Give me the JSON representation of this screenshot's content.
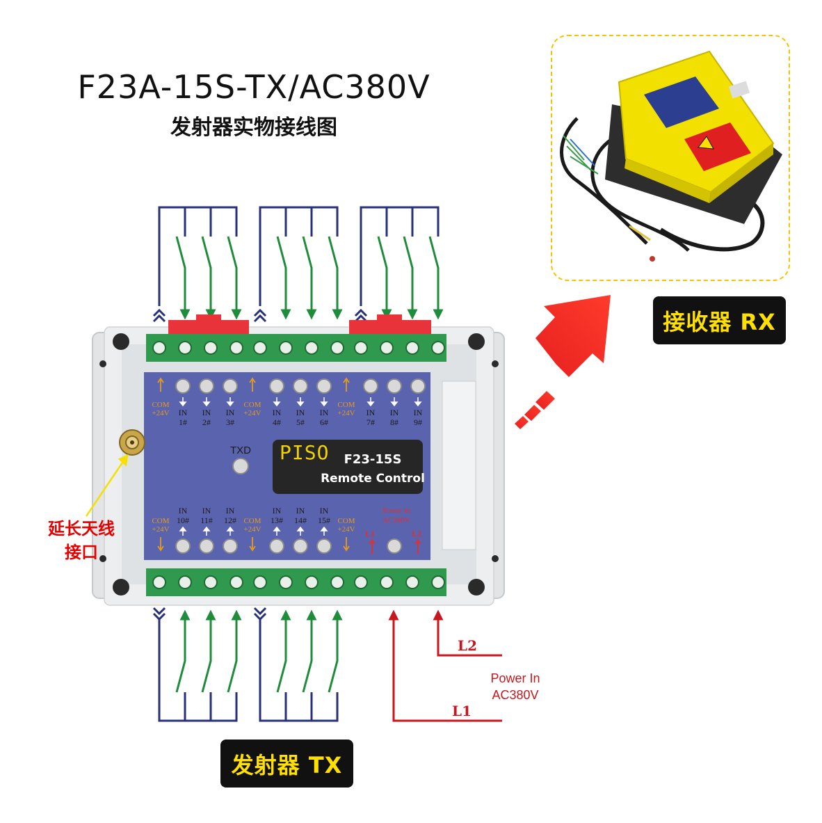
{
  "title": "F23A-15S-TX/AC380V",
  "subtitle": "发射器实物接线图",
  "receiver_badge": "接收器 RX",
  "transmitter_badge": "发射器 TX",
  "antenna_label": [
    "延长天线",
    "接口"
  ],
  "power_label": [
    "Power In",
    "AC380V"
  ],
  "line_labels": {
    "l1": "L1",
    "l2": "L2"
  },
  "device": {
    "brand": "PISO",
    "model": "F23-15S",
    "product": "Remote Control",
    "txd_label": "TXD",
    "com_label": [
      "COM",
      "+24V"
    ],
    "in_prefix": "IN",
    "top_inputs": [
      "1#",
      "2#",
      "3#",
      "4#",
      "5#",
      "6#",
      "7#",
      "8#",
      "9#"
    ],
    "bottom_inputs": [
      "10#",
      "11#",
      "12#",
      "13#",
      "14#",
      "15#"
    ],
    "power_in_label": [
      "Power In",
      "AC380V"
    ],
    "terminal_l1": "L1",
    "terminal_l2": "L2"
  },
  "colors": {
    "wire_common": "#27307a",
    "switch": "#1f8c3b",
    "power": "#c8161d",
    "panel": "#5a63ae",
    "terminal": "#2f9a4e",
    "badge_bg": "#111111",
    "badge_text": "#ffe000",
    "rx_frame": "#f5c400",
    "arrow": "#e62020"
  }
}
